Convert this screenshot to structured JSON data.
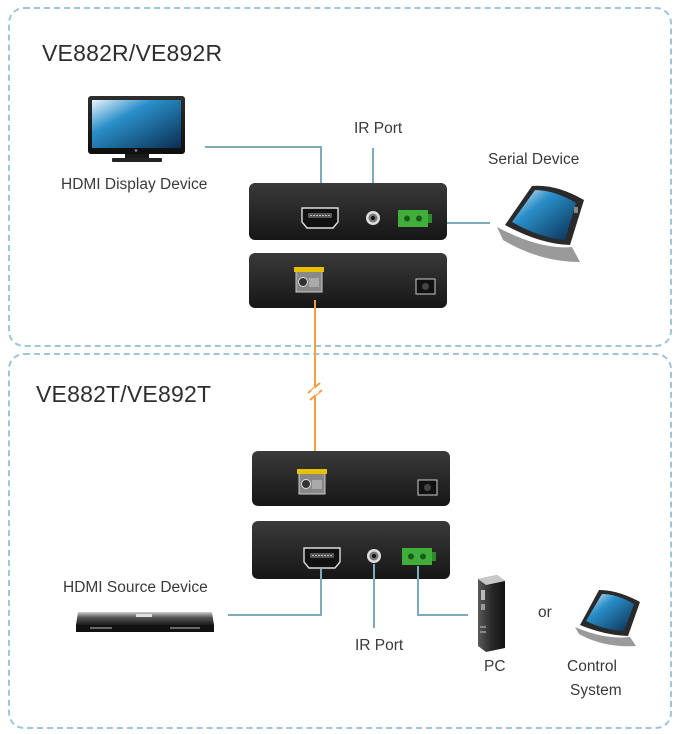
{
  "receiver": {
    "model": "VE882R/VE892R",
    "labels": {
      "display": "HDMI Display Device",
      "ir_port": "IR Port",
      "serial": "Serial Device"
    }
  },
  "transmitter": {
    "model": "VE882T/VE892T",
    "labels": {
      "source": "HDMI Source Device",
      "ir_port": "IR Port",
      "pc": "PC",
      "or": "or",
      "control_line1": "Control",
      "control_line2": "System"
    }
  },
  "colors": {
    "panel_border": "#9ec6d8",
    "cable": "#7fa9bd",
    "fiber": "#f0a040",
    "device_body": "#2a2a2a",
    "terminal_block": "#3fae3a"
  }
}
